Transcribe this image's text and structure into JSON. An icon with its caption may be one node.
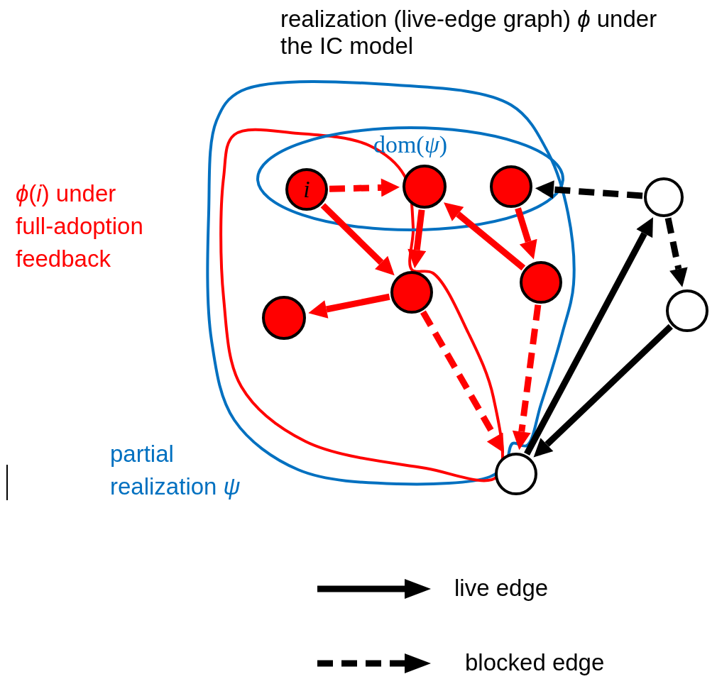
{
  "diagram": {
    "title": "realization (live-edge graph) *ϕ* under the IC model",
    "nodes": [
      {
        "text": [],
        "shape": "blob",
        "beside": [
          "partial realization *ψ*"
        ]
      },
      {
        "text": [],
        "shape": "blob",
        "beside": [
          "*ϕ*(*i*) under full-adoption feedback"
        ],
        "in": 0
      },
      {
        "text": [
          "dom(*ψ*)"
        ],
        "in": 0
      },
      {
        "text": [
          "i"
        ]
      },
      {
        "text": [],
        "shape": "circle",
        "in": 2
      },
      {
        "text": [],
        "shape": "circle",
        "in": 2
      },
      {
        "text": [],
        "shape": "circle",
        "in": 1
      },
      {
        "text": [],
        "shape": "circle",
        "in": 0
      },
      {
        "text": [],
        "shape": "circle",
        "in": 1
      },
      {
        "text": [],
        "shape": "circle"
      },
      {
        "text": [],
        "shape": "circle"
      },
      {
        "text": [],
        "shape": "circle"
      }
    ],
    "edges": [
      {
        "from": 3,
        "to": 4,
        "arrow": "to",
        "style": "dashed"
      },
      {
        "from": 3,
        "to": 6,
        "arrow": "to"
      },
      {
        "from": 4,
        "to": 6,
        "arrow": "to"
      },
      {
        "from": 7,
        "to": 4,
        "arrow": "to"
      },
      {
        "from": 5,
        "to": 7,
        "arrow": "to"
      },
      {
        "from": 6,
        "to": 8,
        "arrow": "to"
      },
      {
        "from": 6,
        "to": 9,
        "arrow": "to",
        "style": "dashed"
      },
      {
        "from": 7,
        "to": 9,
        "arrow": "to",
        "style": "dashed"
      },
      {
        "from": 10,
        "to": 5,
        "arrow": "to",
        "style": "dashed",
        "color": "#000000"
      },
      {
        "from": 10,
        "to": 11,
        "arrow": "to",
        "style": "dashed",
        "color": "#000000"
      },
      {
        "from": 9,
        "to": 10,
        "arrow": "to",
        "color": "#000000"
      },
      {
        "from": 11,
        "to": 9,
        "arrow": "to",
        "color": "#000000"
      }
    ],
    "legend": [
      {
        "text": "live edge"
      },
      {
        "text": "blocked edge"
      }
    ]
  }
}
